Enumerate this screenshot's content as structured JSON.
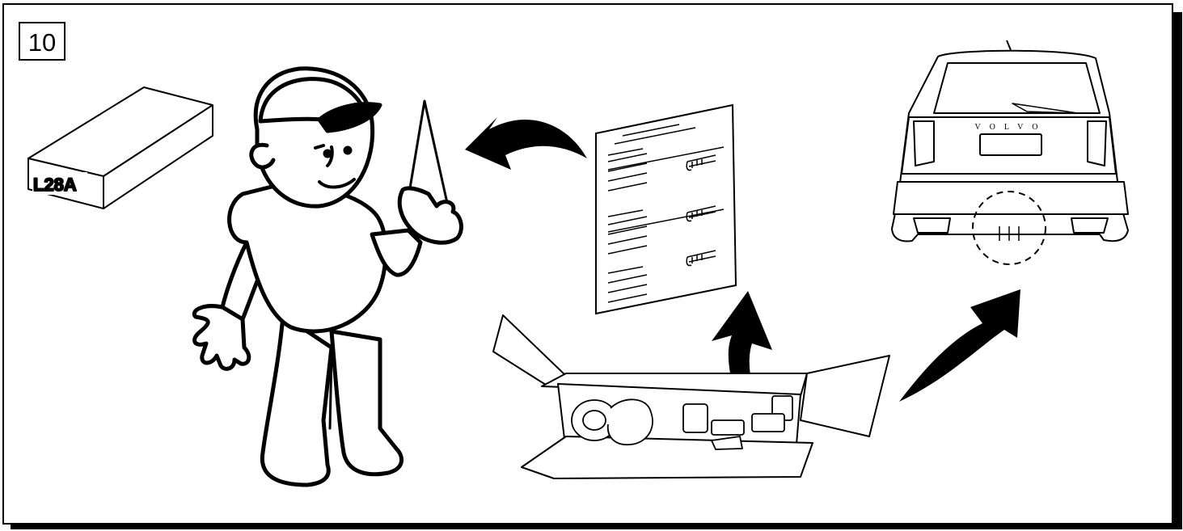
{
  "step": {
    "number": "10"
  },
  "package_box": {
    "label": "L28A"
  },
  "vehicle": {
    "brand_badge": "VOLVO"
  }
}
